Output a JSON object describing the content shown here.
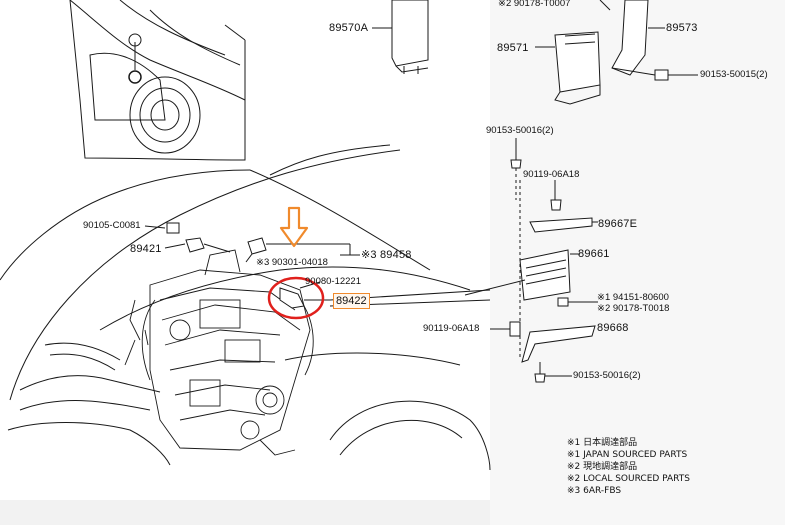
{
  "labels": {
    "p89570a": "89570A",
    "p90178_t0007": "※2 90178-T0007",
    "p89573": "89573",
    "p89571": "89571",
    "p90153_50015": "90153-50015(2)",
    "p90153_50016_top": "90153-50016(2)",
    "p90119_06a18_top": "90119-06A18",
    "p89667e": "89667E",
    "p89661": "89661",
    "p94151_80600": "※1 94151-80600",
    "p90178_t0018": "※2 90178-T0018",
    "p90119_06a18_bottom": "90119-06A18",
    "p89668": "89668",
    "p90153_50016_bottom": "90153-50016(2)",
    "p90105_c0081": "90105-C0081",
    "p89421": "89421",
    "p90301_04018": "※3 90301-04018",
    "p89458": "※3 89458",
    "p90080_12221": "90080-12221",
    "p89422": "89422"
  },
  "legend": [
    "※1 日本調達部品",
    "※1 JAPAN SOURCED PARTS",
    "※2 現地調達部品",
    "※2 LOCAL SOURCED PARTS",
    "※3 6AR-FBS"
  ],
  "colors": {
    "line": "#1a1a1a",
    "annotation_red": "#e0201c",
    "annotation_orange": "#f08a2c",
    "background": "#f2f2f2"
  }
}
